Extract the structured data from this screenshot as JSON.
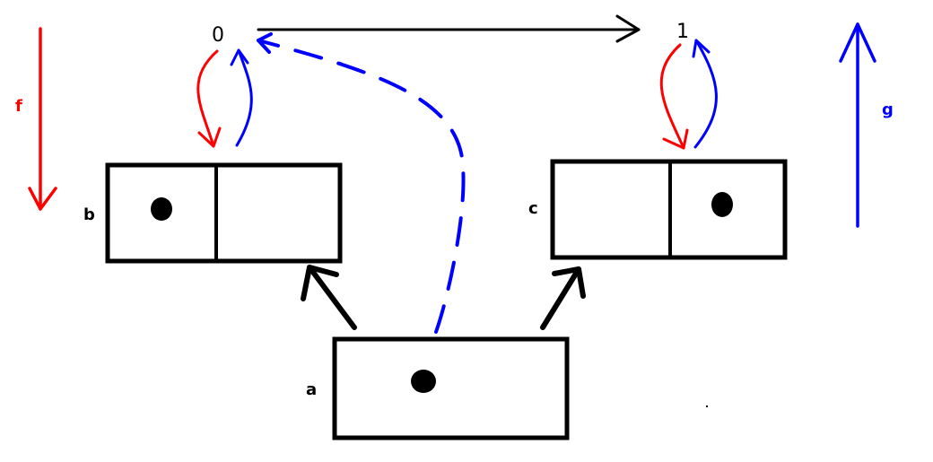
{
  "diagram": {
    "nodes": {
      "zero": "0",
      "one": "1"
    },
    "boxes": {
      "a": "a",
      "b": "b",
      "c": "c"
    },
    "maps": {
      "f": "f",
      "g": "g"
    },
    "colors": {
      "f": "#ff0000",
      "g": "#0000ff",
      "ink": "#000000"
    }
  }
}
